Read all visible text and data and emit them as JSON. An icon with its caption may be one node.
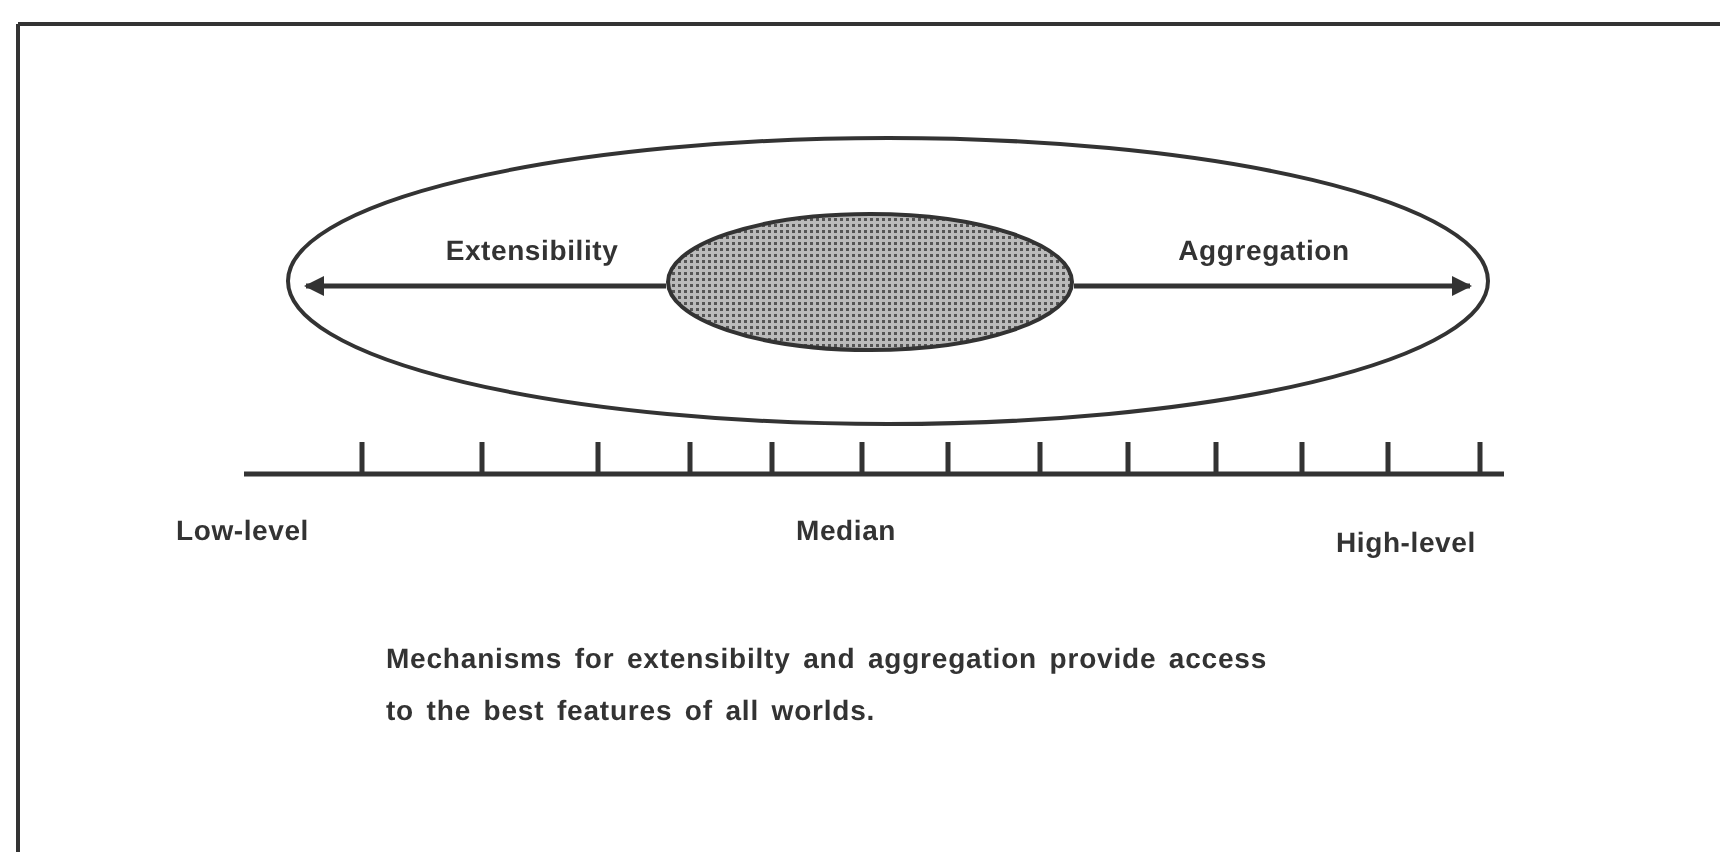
{
  "diagram": {
    "caption": "Mechanisms for extensibilty and aggregation provide access to the best features of all worlds.",
    "nodes": [
      {
        "text": [],
        "shape": "ellipse"
      },
      {
        "text": [],
        "shape": "ellipse",
        "in": 0
      }
    ],
    "edges": [
      {
        "from": 1,
        "to": null,
        "arrow": "to",
        "label": "Extensibility"
      },
      {
        "from": 1,
        "to": null,
        "arrow": "to",
        "label": "Aggregation"
      }
    ],
    "labels": [
      "Low-level",
      "Median",
      "High-level"
    ]
  }
}
